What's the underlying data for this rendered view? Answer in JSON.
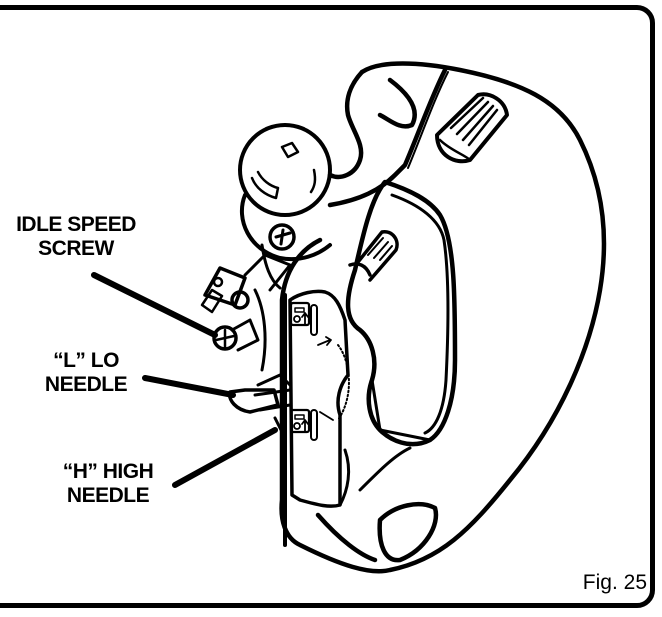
{
  "figure": {
    "label": "Fig. 25",
    "callouts": [
      {
        "id": "idle-speed-screw",
        "line1": "IDLE SPEED",
        "line2": "SCREW"
      },
      {
        "id": "l-lo-needle",
        "line1": "“L” LO",
        "line2": "NEEDLE"
      },
      {
        "id": "h-high-needle",
        "line1": "“H” HIGH",
        "line2": "NEEDLE"
      }
    ],
    "subject": "carburetor-adjustment-screws",
    "colors": {
      "ink": "#000000",
      "paper": "#ffffff"
    }
  }
}
